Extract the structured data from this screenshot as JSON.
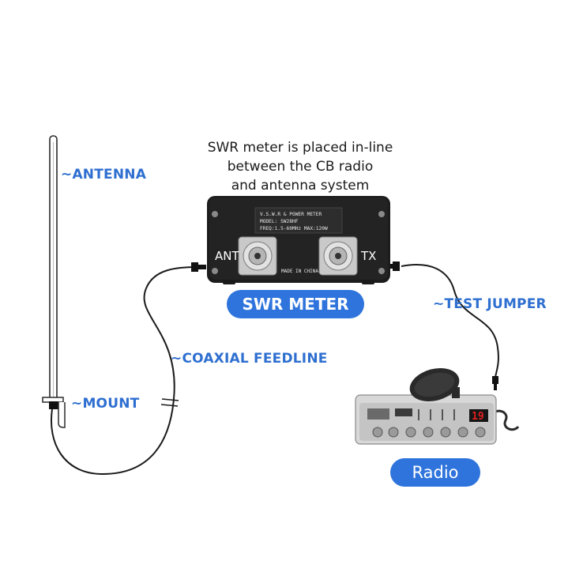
{
  "caption": {
    "line1": "SWR meter is placed in-line",
    "line2": "between the CB radio",
    "line3": "and antenna system"
  },
  "labels": {
    "antenna": "~ANTENNA",
    "mount": "~MOUNT",
    "coaxial_feedline": "~COAXIAL FEEDLINE",
    "test_jumper": "~TEST JUMPER"
  },
  "badges": {
    "swr_meter": "SWR METER",
    "radio": "Radio"
  },
  "meter": {
    "display_line1": "V.S.W.R & POWER METER",
    "display_line2": "MODEL: SW28HF",
    "display_line3": "FREQ:1.5-60MHz   MAX:120W",
    "port_ant": "ANT",
    "port_tx": "TX",
    "made_in": "MADE IN CHINA"
  },
  "radio_unit": {
    "channel": "19"
  },
  "colors": {
    "label_blue": "#2e6fd0",
    "pill_blue": "#2f74dc",
    "meter_body": "#1c1c1c",
    "channel_red": "#e02020"
  }
}
